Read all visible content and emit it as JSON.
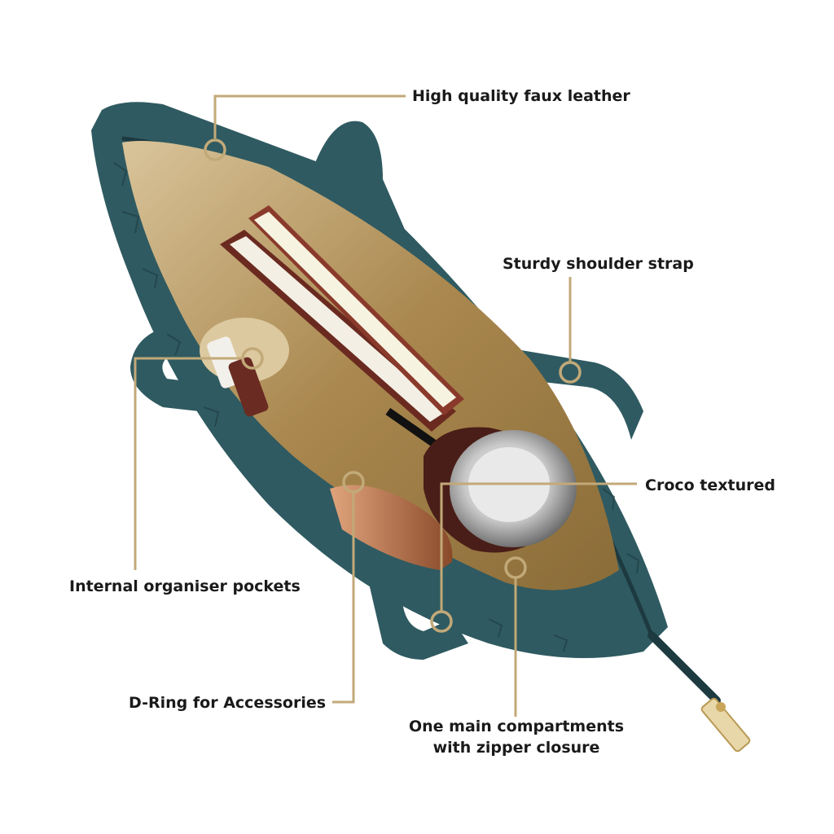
{
  "callouts": {
    "faux_leather": "High quality faux leather",
    "shoulder_strap": "Sturdy shoulder strap",
    "croco_textured": "Croco textured",
    "organiser_pockets": "Internal organiser pockets",
    "d_ring": "D-Ring for Accessories",
    "main_compartment_line1": "One main compartments",
    "main_compartment_line2": "with zipper closure"
  },
  "colors": {
    "leader_line": "#c2a978",
    "bag_teal": "#2f5a61",
    "lining": "#a9874e",
    "text": "#1a1a1a"
  }
}
